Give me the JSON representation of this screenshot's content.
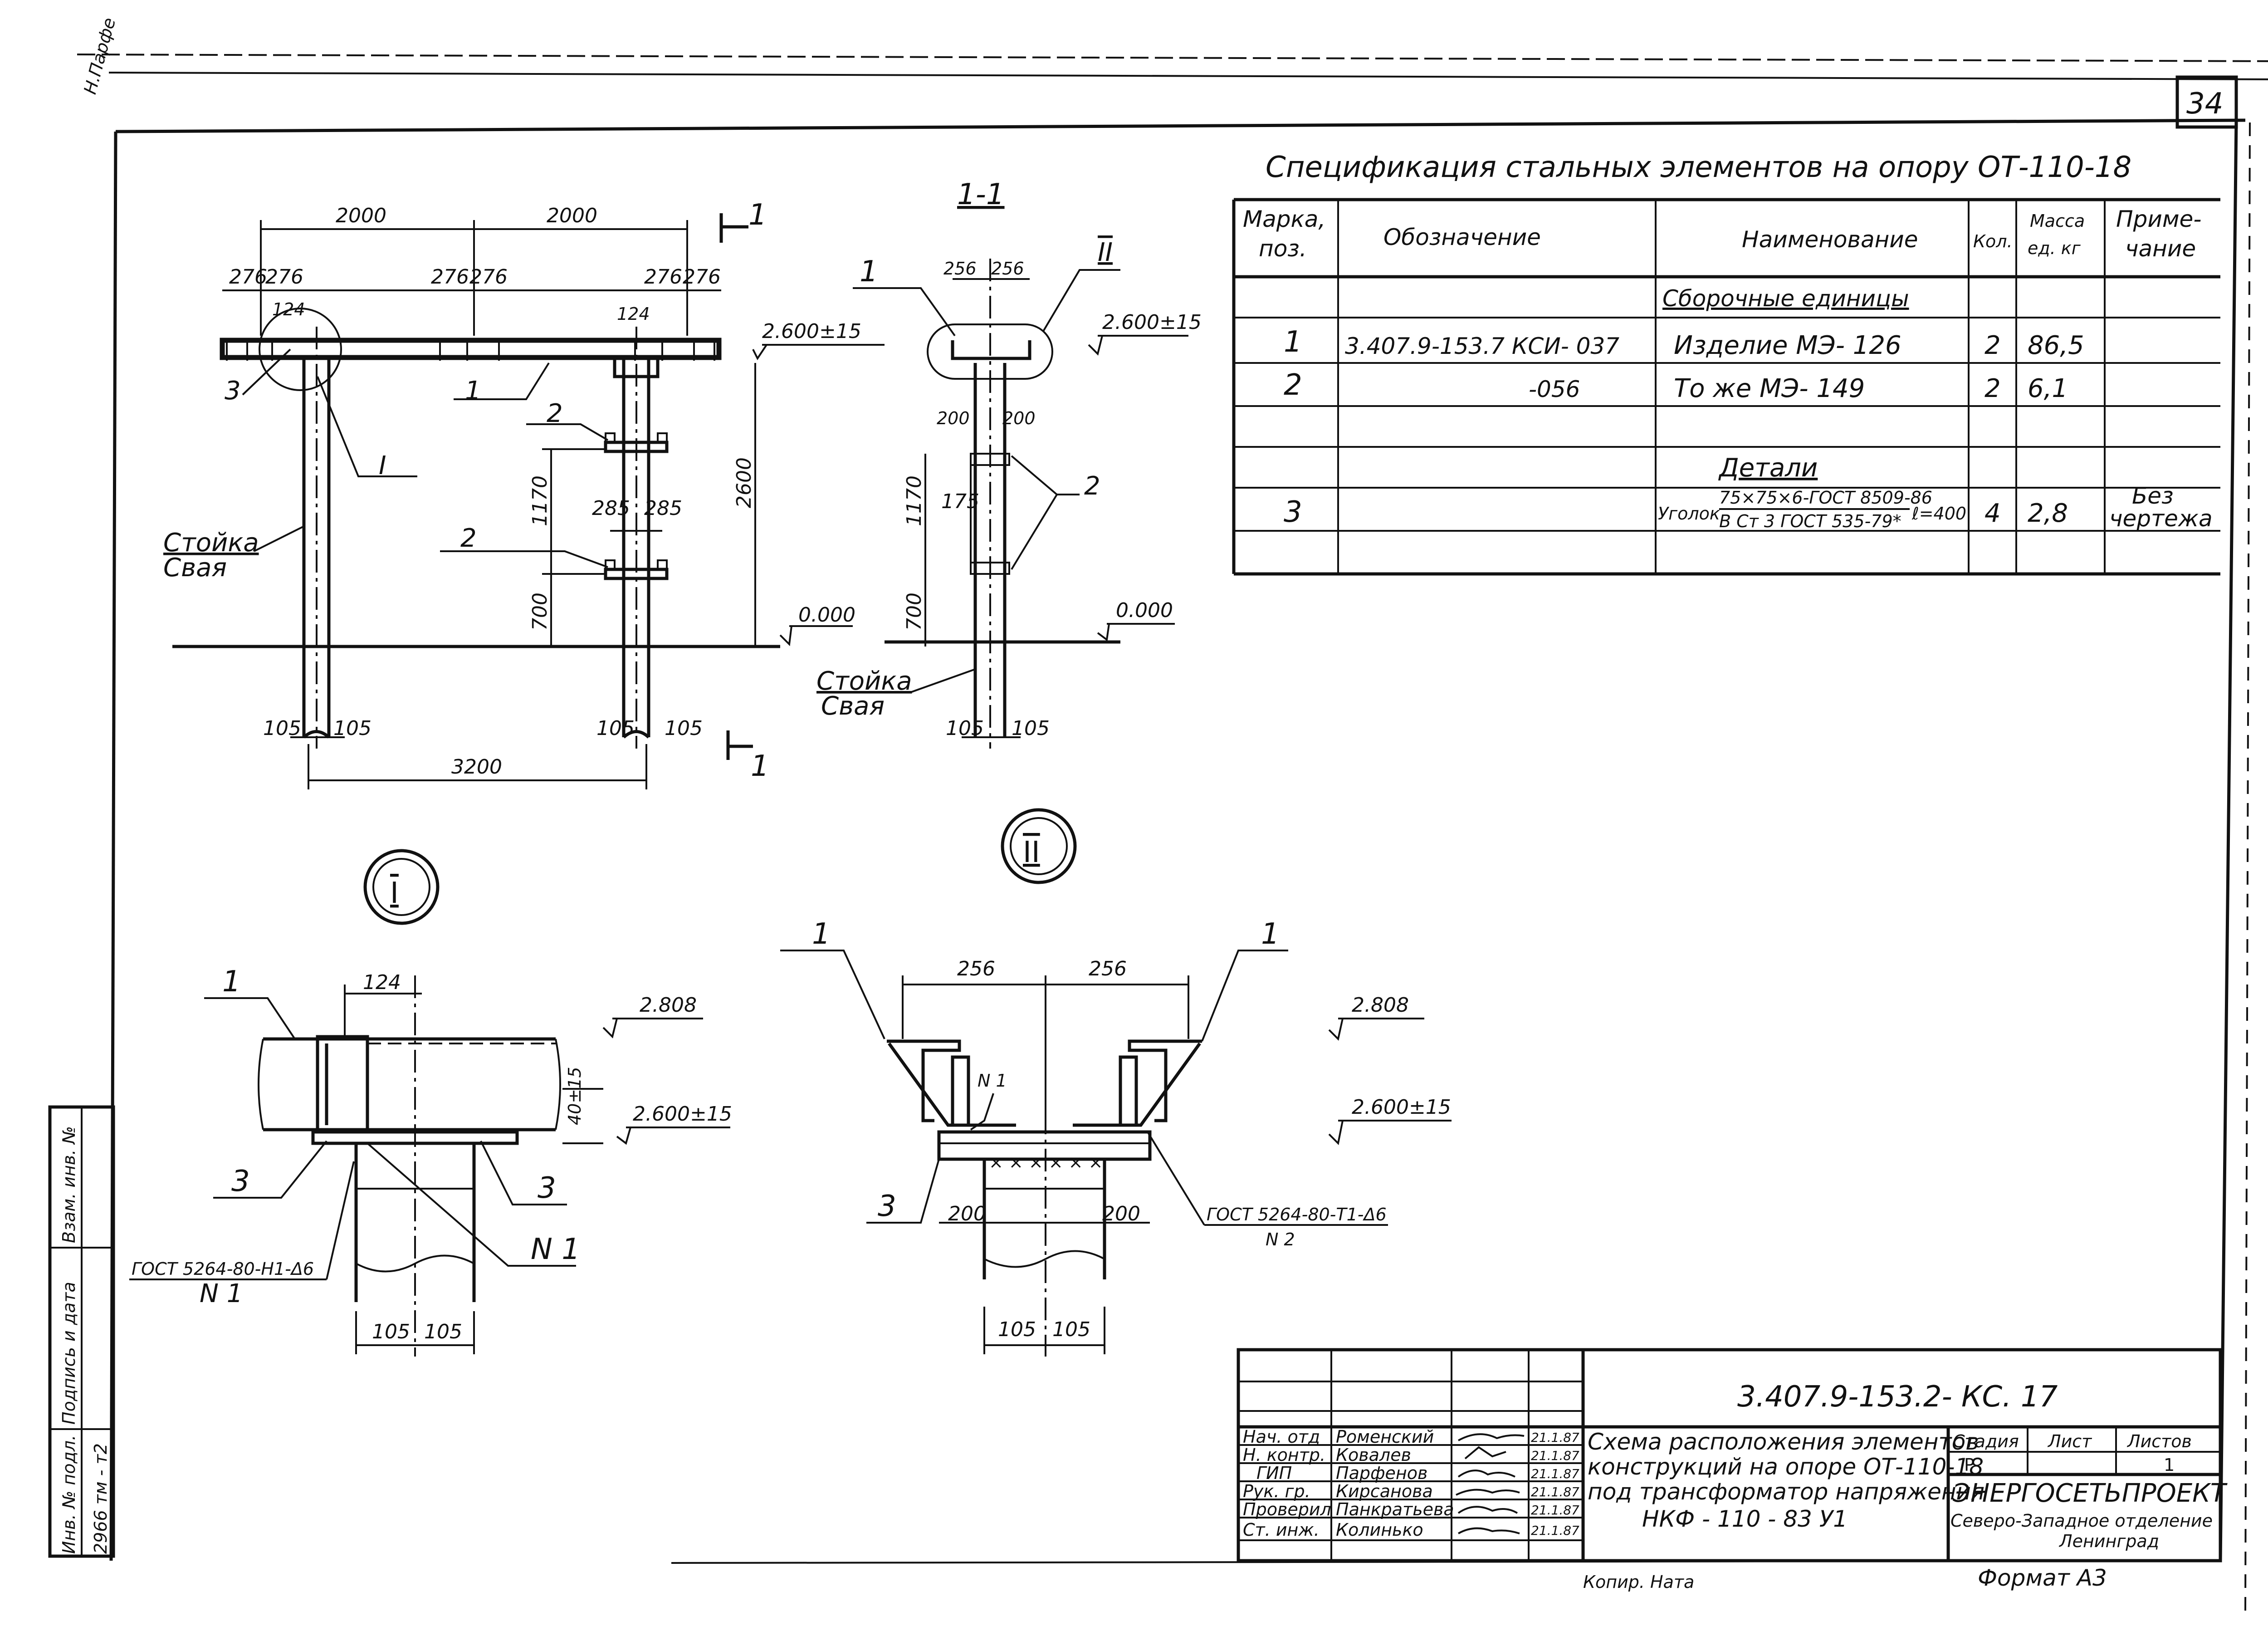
{
  "sheet": {
    "page_number": "34",
    "corner_note": "Н.Парфе"
  },
  "spec": {
    "title": "Спецификация стальных элементов на опору ОТ-110-18",
    "headers": {
      "mark_l1": "Марка,",
      "mark_l2": "поз.",
      "designation": "Обозначение",
      "name": "Наименование",
      "qty": "Кол.",
      "mass_l1": "Масса",
      "mass_l2": "ед. кг",
      "note_l1": "Приме-",
      "note_l2": "чание"
    },
    "group_assemblies": "Сборочные единицы",
    "group_details": "Детали",
    "rows": [
      {
        "mark": "1",
        "designation": "3.407.9-153.7 КСИ- 037",
        "name": "Изделие   МЭ- 126",
        "qty": "2",
        "mass": "86,5",
        "note": ""
      },
      {
        "mark": "2",
        "designation": "-056",
        "name": "То же     МЭ- 149",
        "qty": "2",
        "mass": "6,1",
        "note": ""
      },
      {
        "mark": "3",
        "designation": "",
        "name_prefix": "Уголок",
        "name_top": "75×75×6-ГОСТ 8509-86",
        "name_bottom": "В Ст 3 ГОСТ 535-79*",
        "name_suffix": "ℓ=400",
        "qty": "4",
        "mass": "2,8",
        "note_l1": "Без",
        "note_l2": "чертежа"
      }
    ]
  },
  "main_view": {
    "dims_top": [
      "2000",
      "2000"
    ],
    "dims_sub": [
      "276",
      "276",
      "276",
      "276",
      "276",
      "276"
    ],
    "dim_124": "124",
    "dim_1170": "1170",
    "dim_700": "700",
    "dim_2600": "2600",
    "dim_285": "285",
    "dim_105": "105",
    "dim_3200": "3200",
    "elev_top": "2.600±15",
    "elev_zero": "0.000",
    "pos1": "1",
    "pos2": "2",
    "pos3": "3",
    "node_I": "I",
    "stoika": "Стойка",
    "svaya": "Свая",
    "cut_mark": "1"
  },
  "section_view": {
    "title": "1-1",
    "dim_256": "256",
    "dim_200": "200",
    "dim_175": "175",
    "dim_1170": "1170",
    "dim_700": "700",
    "dim_105": "105",
    "elev_top": "2.600±15",
    "elev_zero": "0.000",
    "pos1": "1",
    "pos2": "2",
    "node_II": "II",
    "stoika": "Стойка",
    "svaya": "Свая"
  },
  "detail_I": {
    "marker": "I",
    "dim_124": "124",
    "dim_40": "40±15",
    "dim_105": "105",
    "elev_2808": "2.808",
    "elev_2600": "2.600±15",
    "pos1": "1",
    "pos3": "3",
    "weld_gost": "ГОСТ 5264-80-Н1-Δ6",
    "weld_n": "N 1"
  },
  "detail_II": {
    "marker": "II",
    "dim_256": "256",
    "dim_200": "200",
    "dim_105": "105",
    "elev_2808": "2.808",
    "elev_2600": "2.600±15",
    "pos1": "1",
    "pos3": "3",
    "weld_n1": "N 1",
    "weld_gost": "ГОСТ 5264-80-Т1-Δ6",
    "weld_n2": "N 2"
  },
  "title_block": {
    "code": "3.407.9-153.2- КС. 17",
    "roles": [
      "Нач. отд",
      "Н. контр.",
      "ГИП",
      "Рук. гр.",
      "Проверил",
      "Ст. инж."
    ],
    "names": [
      "Роменский",
      "Ковалев",
      "Парфенов",
      "Кирсанова",
      "Панкратьева",
      "Колинько"
    ],
    "dates": [
      "21.1.87",
      "21.1.87",
      "21.1.87",
      "21.1.87",
      "21.1.87",
      "21.1.87"
    ],
    "desc_l1": "Схема расположения элементов",
    "desc_l2": "конструкций на опоре ОТ-110-18",
    "desc_l3": "под трансформатор напряжения",
    "desc_l4": "НКФ - 110 - 83 У1",
    "stage_label": "Стадия",
    "sheet_label": "Лист",
    "sheets_label": "Листов",
    "stage_val": "Р",
    "sheets_val": "1",
    "org_l1": "ЭНЕРГОСЕТЬПРОЕКТ",
    "org_l2": "Северо-Западное отделение",
    "org_l3": "Ленинград",
    "copied": "Копир. Ната",
    "format": "Формат А3"
  },
  "side_strip": {
    "inv_orig": "Инв. № подл.",
    "sign_date": "Подпись и дата",
    "inv_repl": "Взам. инв. №",
    "inv_num": "2966 тм - т2"
  }
}
